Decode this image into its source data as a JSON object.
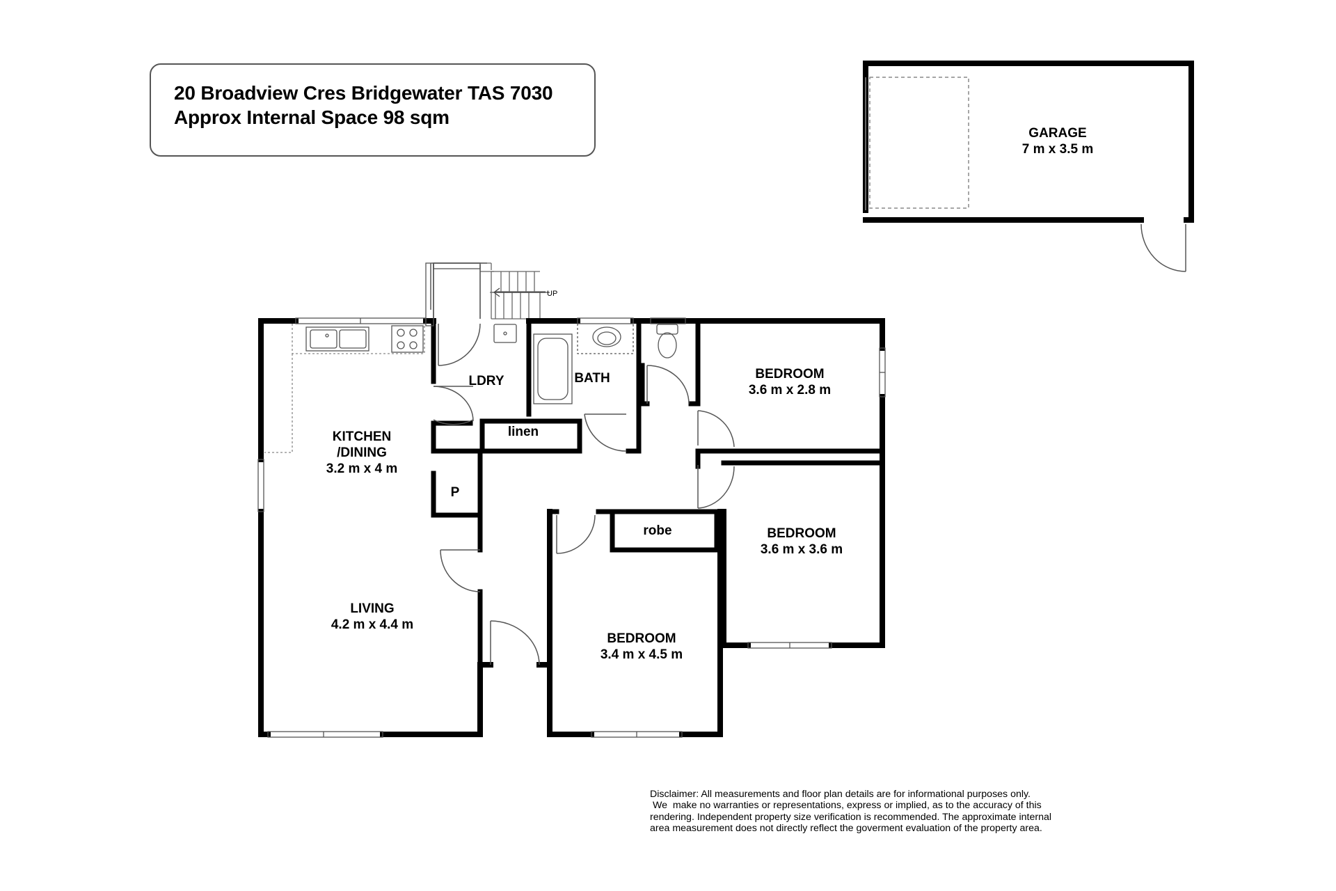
{
  "header": {
    "address": "20 Broadview Cres Bridgewater TAS 7030",
    "area": "Approx Internal Space 98 sqm"
  },
  "rooms": {
    "garage": {
      "name": "GARAGE",
      "size": "7 m x 3.5 m"
    },
    "kitchen": {
      "name": "KITCHEN",
      "name2": "/DINING",
      "size": "3.2 m x 4 m"
    },
    "living": {
      "name": "LIVING",
      "size": "4.2 m x 4.4 m"
    },
    "laundry": {
      "name": "LDRY"
    },
    "bath": {
      "name": "BATH"
    },
    "linen": {
      "name": "linen"
    },
    "pantry": {
      "name": "P"
    },
    "bedroom1": {
      "name": "BEDROOM",
      "size": "3.6 m x 2.8 m"
    },
    "bedroom2": {
      "name": "BEDROOM",
      "size": "3.6 m x 3.6 m"
    },
    "bedroom3": {
      "name": "BEDROOM",
      "size": "3.4 m x 4.5 m"
    },
    "robe": {
      "name": "robe"
    }
  },
  "stairs": {
    "label": "UP"
  },
  "disclaimer": {
    "lines": [
      "Disclaimer: All measurements and floor plan details are for informational purposes only.",
      " We  make no warranties or representations, express or implied, as to the accuracy of this",
      "rendering. Independent property size verification is recommended. The approximate internal",
      "area measurement does not directly reflect the goverment evaluation of the property area."
    ]
  }
}
